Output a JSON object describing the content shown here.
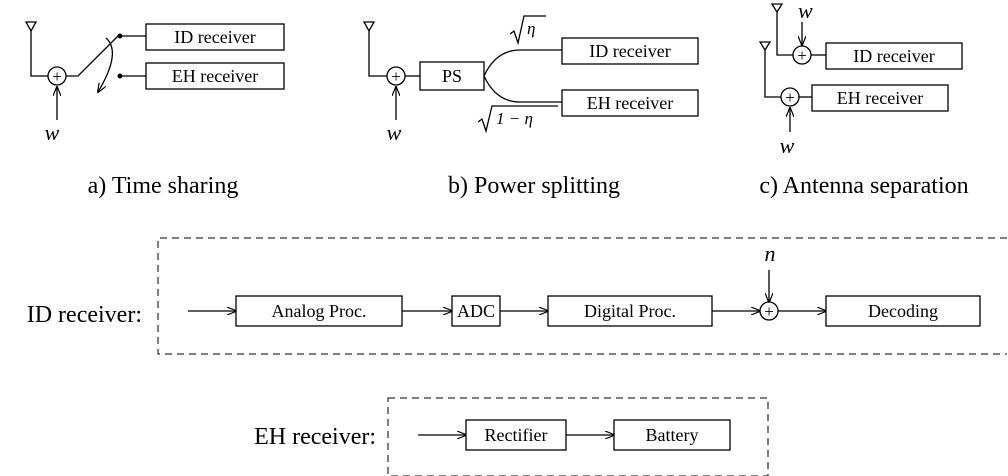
{
  "diagrams": {
    "time_sharing": {
      "caption": "a) Time sharing",
      "id_label": "ID receiver",
      "eh_label": "EH receiver",
      "noise": "w",
      "adder": "+"
    },
    "power_splitting": {
      "caption": "b) Power splitting",
      "ps_label": "PS",
      "id_label": "ID receiver",
      "eh_label": "EH receiver",
      "sqrt_eta": "η",
      "sqrt_one_minus_eta": "1 − η",
      "noise": "w",
      "adder": "+"
    },
    "antenna_separation": {
      "caption": "c) Antenna separation",
      "id_label": "ID receiver",
      "eh_label": "EH receiver",
      "noise_top": "w",
      "noise_bottom": "w",
      "adder": "+"
    }
  },
  "id_chain": {
    "label": "ID receiver:",
    "blocks": [
      "Analog Proc.",
      "ADC",
      "Digital Proc.",
      "Decoding"
    ],
    "noise": "n",
    "adder": "+"
  },
  "eh_chain": {
    "label": "EH receiver:",
    "blocks": [
      "Rectifier",
      "Battery"
    ]
  }
}
